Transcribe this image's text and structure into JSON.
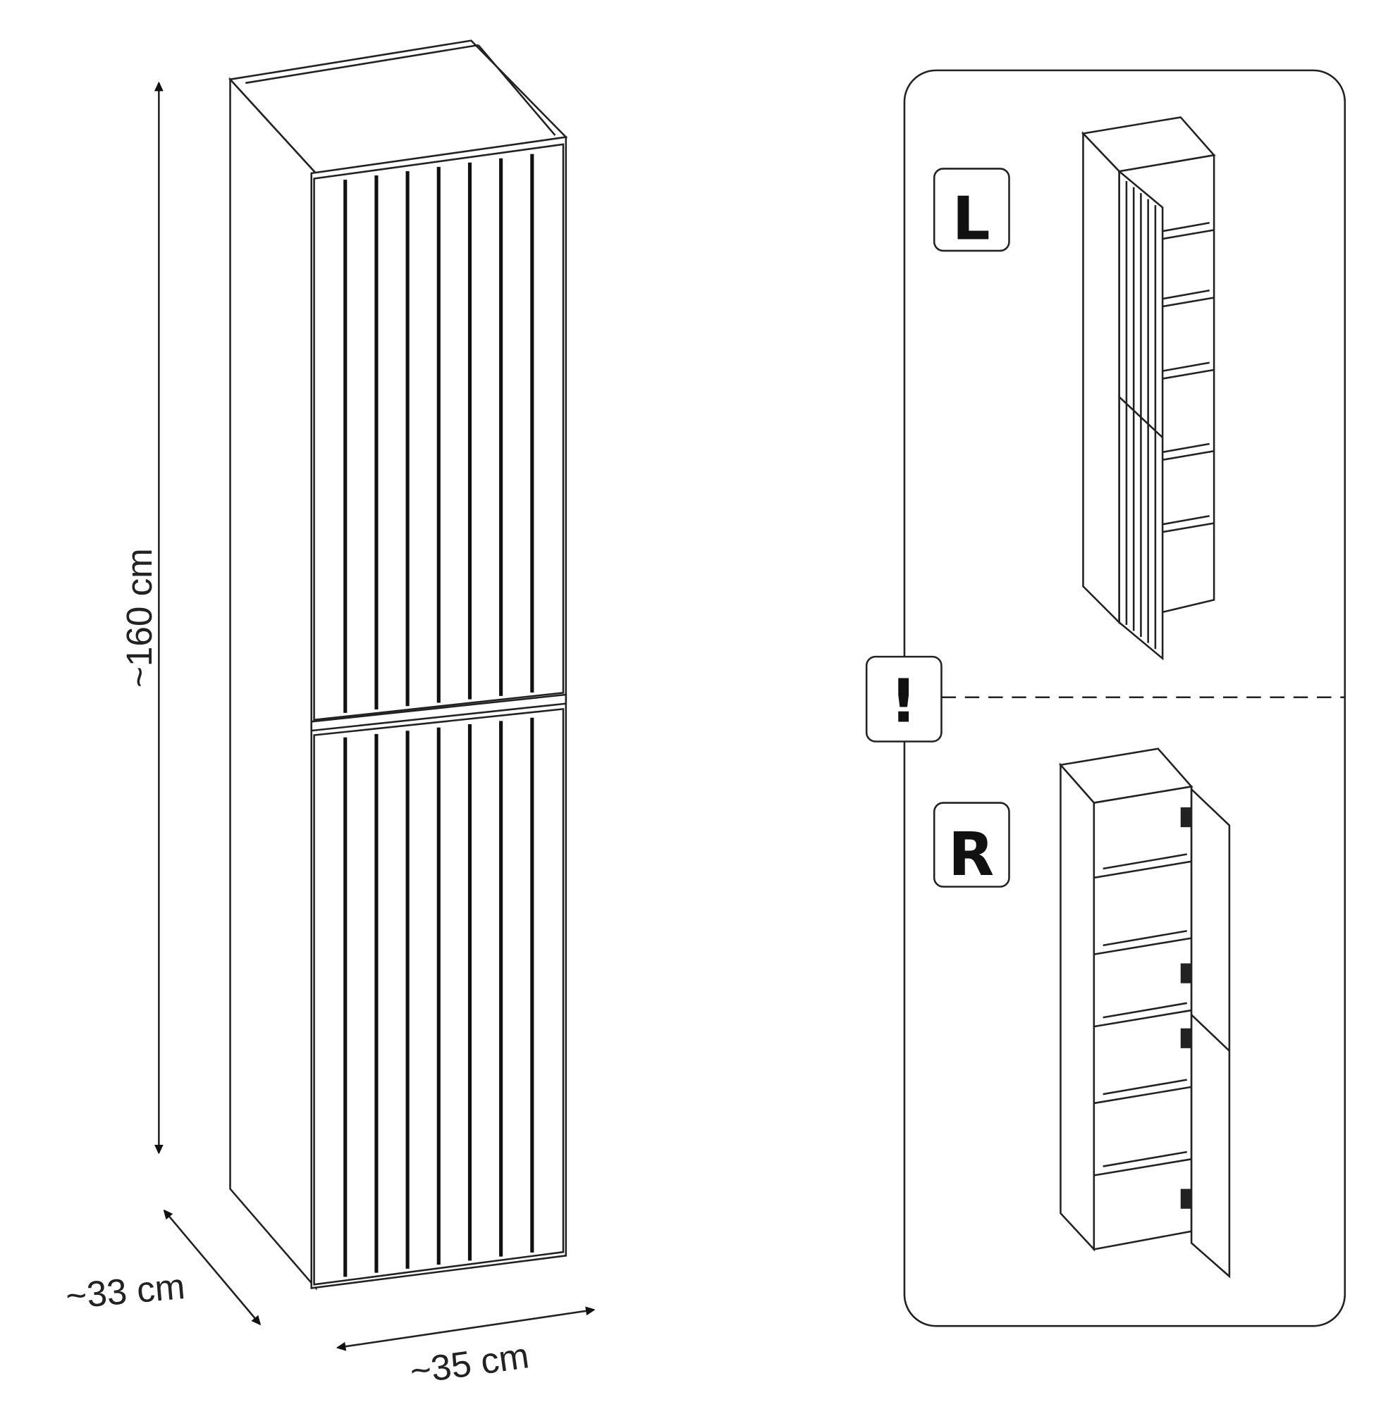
{
  "dimensions": {
    "height": "~160 cm",
    "depth": "~33 cm",
    "width": "~35 cm"
  },
  "variants": {
    "left": "L",
    "right": "R",
    "notice": "!"
  },
  "colors": {
    "line": "#222222",
    "background": "#ffffff"
  }
}
